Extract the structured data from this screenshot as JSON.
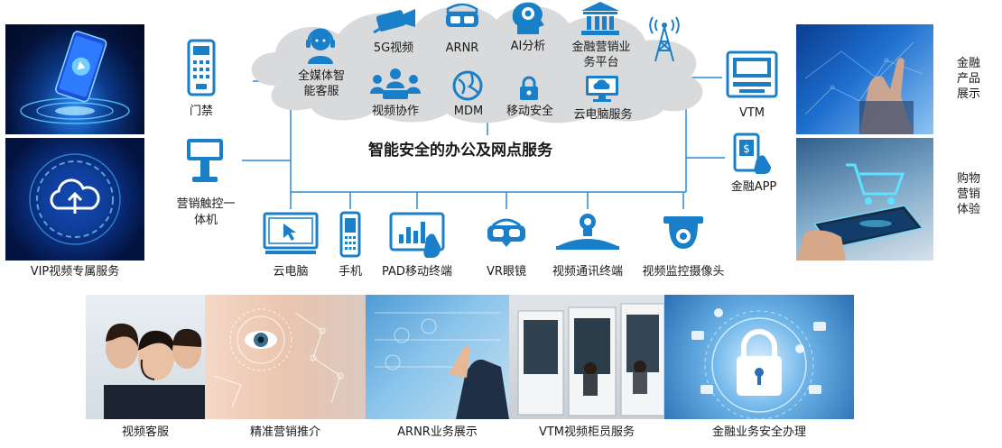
{
  "diagram_title": "智能安全的办公及网点服务",
  "cloud_items": {
    "video_5g": "5G视频",
    "arnr": "ARNR",
    "ai": "AI分析",
    "finance_platform": "金融营销业务平台",
    "media_service": "全媒体智能客服",
    "video_collab": "视频协作",
    "mdm": "MDM",
    "mobile_security": "移动安全",
    "cloud_pc_service": "云电脑服务"
  },
  "left_devices": {
    "access_control": "门禁",
    "touch_kiosk": "营销触控一体机"
  },
  "right_devices": {
    "vtm": "VTM",
    "finance_app": "金融APP"
  },
  "bottom_devices": {
    "cloud_pc": "云电脑",
    "phone": "手机",
    "pad": "PAD移动终端",
    "vr": "VR眼镜",
    "video_terminal": "视频通讯终端",
    "camera": "视频监控摄像头"
  },
  "left_photos": {
    "vip_label": "VIP视频专属服务"
  },
  "right_photos": {
    "product_label": "金融产品展示",
    "shopping_label": "购物营销体验"
  },
  "bottom_photos": [
    {
      "label": "视频客服"
    },
    {
      "label": "精准营销推介"
    },
    {
      "label": "ARNR业务展示"
    },
    {
      "label": "VTM视频柜员服务"
    },
    {
      "label": "金融业务安全办理"
    }
  ],
  "colors": {
    "icon_blue": "#1a7fc9",
    "line_blue": "#2b8ad6",
    "cloud_gray": "#d9dadc"
  }
}
